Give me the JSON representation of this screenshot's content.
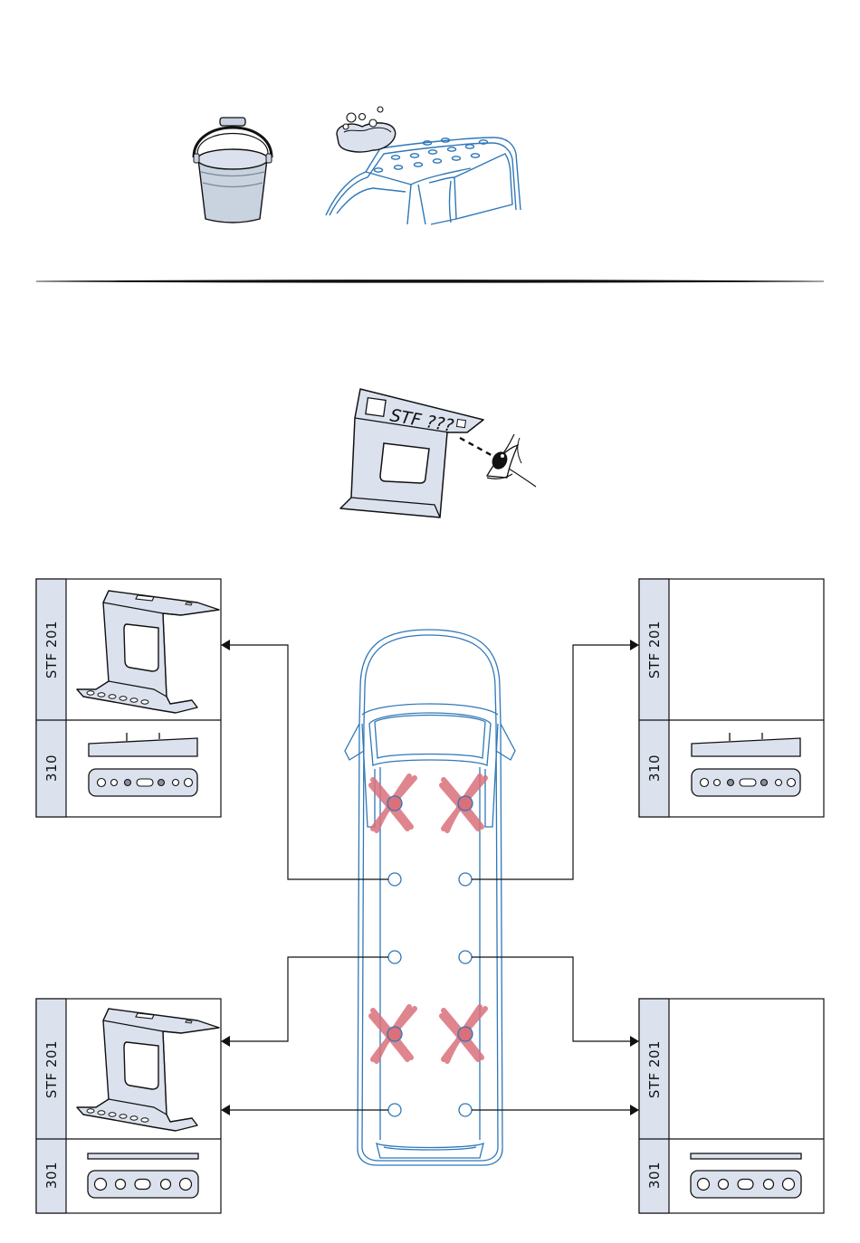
{
  "colors": {
    "ink": "#111111",
    "vehicle_blue": "#2f78b8",
    "part_fill": "#dbe2ee",
    "label_fill": "#dbe2ee",
    "cross_red": "#d9707a"
  },
  "icons": {
    "bucket": "bucket-icon",
    "sponge": "sponge-icon",
    "roof": "vehicle-roof-icon",
    "eye": "eye-icon"
  },
  "inspect_label": "STF ???",
  "panels": {
    "top_left": {
      "part_code": "STF 201",
      "rail_code": "310"
    },
    "top_right": {
      "part_code": "STF 201",
      "rail_code": "310"
    },
    "bottom_left": {
      "part_code": "STF 201",
      "rail_code": "301"
    },
    "bottom_right": {
      "part_code": "STF 201",
      "rail_code": "301"
    }
  }
}
